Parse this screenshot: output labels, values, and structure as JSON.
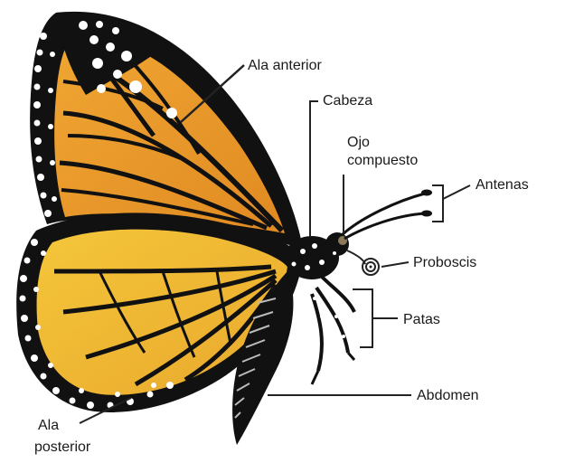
{
  "diagram": {
    "labels": {
      "forewing": "Ala anterior",
      "head": "Cabeza",
      "compound_eye_line1": "Ojo",
      "compound_eye_line2": "compuesto",
      "antennae": "Antenas",
      "proboscis": "Proboscis",
      "legs": "Patas",
      "abdomen": "Abdomen",
      "hindwing_line1": "Ala",
      "hindwing_line2": "posterior"
    },
    "colors": {
      "wing_orange": "#e9952a",
      "wing_yellow": "#f2c233",
      "vein_black": "#111111",
      "spot_white": "#ffffff",
      "leader_line": "#222222"
    }
  }
}
